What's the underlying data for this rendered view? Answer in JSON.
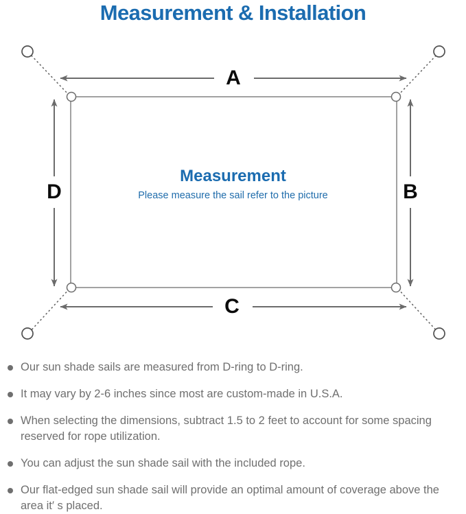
{
  "page": {
    "title": "Measurement & Installation",
    "title_color": "#1b6cb0",
    "background_color": "#ffffff"
  },
  "diagram": {
    "name": "sail-measurement-diagram",
    "sail_label": "Measurement",
    "sail_sublabel": "Please measure the sail refer to the picture",
    "sail_label_color": "#1b6cb0",
    "line_color": "#6b6b6b",
    "dimension_letters": [
      {
        "id": "A",
        "label": "A",
        "position": "top",
        "orientation": "horizontal"
      },
      {
        "id": "B",
        "label": "B",
        "position": "right",
        "orientation": "vertical"
      },
      {
        "id": "C",
        "label": "C",
        "position": "bottom",
        "orientation": "horizontal"
      },
      {
        "id": "D",
        "label": "D",
        "position": "left",
        "orientation": "vertical"
      }
    ],
    "corner_rings": [
      {
        "id": "top-left",
        "type": "d-ring"
      },
      {
        "id": "top-right",
        "type": "d-ring"
      },
      {
        "id": "bottom-left",
        "type": "d-ring"
      },
      {
        "id": "bottom-right",
        "type": "d-ring"
      }
    ],
    "anchor_points": [
      {
        "id": "anchor-top-left",
        "type": "anchor-ring"
      },
      {
        "id": "anchor-top-right",
        "type": "anchor-ring"
      },
      {
        "id": "anchor-bottom-left",
        "type": "anchor-ring"
      },
      {
        "id": "anchor-bottom-right",
        "type": "anchor-ring"
      }
    ]
  },
  "notes": {
    "text_color": "#6f6f6f",
    "items": [
      "Our sun shade sails are measured from D-ring to D-ring.",
      "It may vary by 2-6 inches since most are custom-made in U.S.A.",
      "When selecting the dimensions, subtract 1.5 to 2 feet to account for some spacing reserved for rope utilization.",
      "You can adjust the sun shade sail with the included rope.",
      "Our flat-edged sun shade sail will provide an optimal amount of coverage above the area it′ s placed."
    ]
  }
}
